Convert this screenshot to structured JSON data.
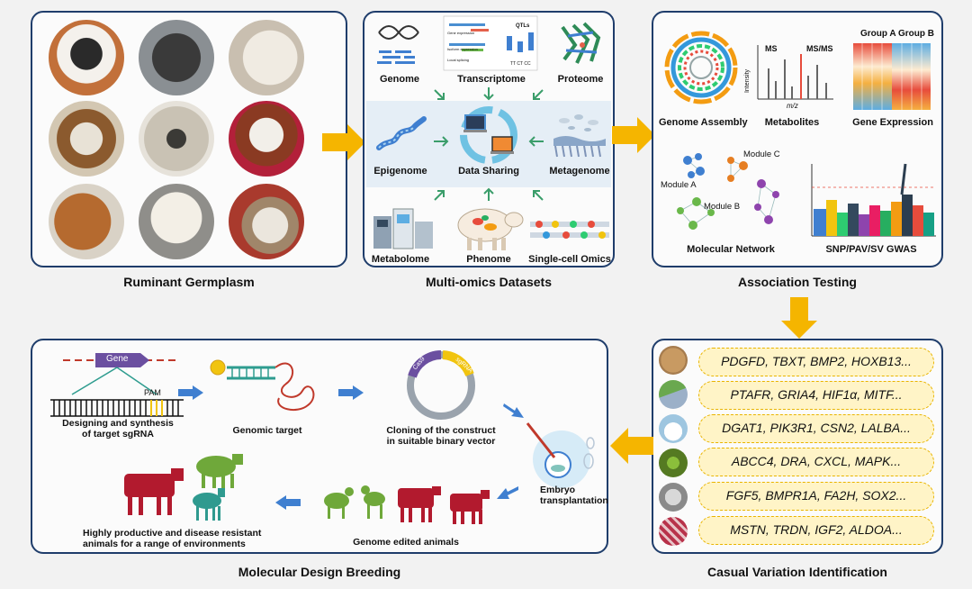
{
  "panels": {
    "germplasm": {
      "caption": "Ruminant Germplasm"
    },
    "multiomics": {
      "caption": "Multi-omics Datasets",
      "genome": "Genome",
      "transcriptome": "Transcriptome",
      "proteome": "Proteome",
      "epigenome": "Epigenome",
      "data_sharing": "Data Sharing",
      "metagenome": "Metagenome",
      "metabolome": "Metabolome",
      "phenome": "Phenome",
      "single_cell": "Single-cell Omics",
      "qtls": "QTLs",
      "gene_expression_small": "Gene expression",
      "isoform_expression": "Isoform expression",
      "local_splicing": "Local splicing",
      "genotypes": "TT CT CC"
    },
    "association": {
      "caption": "Association Testing",
      "genome_assembly": "Genome Assembly",
      "metabolites": "Metabolites",
      "gene_expression": "Gene Expression",
      "ms": "MS",
      "msms": "MS/MS",
      "intensity": "Intensity",
      "mz": "m/z",
      "group_a": "Group A",
      "group_b": "Group B",
      "module_a": "Module A",
      "module_b": "Module B",
      "module_c": "Module C",
      "molecular_network": "Molecular Network",
      "gwas": "SNP/PAV/SV GWAS"
    },
    "causal": {
      "caption": "Casual Variation Identification",
      "genes": [
        "PDGFD, TBXT, BMP2, HOXB13...",
        "PTAFR, GRIA4, HIF1α, MITF...",
        "DGAT1, PIK3R1, CSN2, LALBA...",
        "ABCC4, DRA, CXCL, MAPK...",
        "FGF5, BMPR1A, FA2H, SOX2...",
        "MSTN, TRDN, IGF2, ALDOA..."
      ]
    },
    "breeding": {
      "caption": "Molecular Design Breeding",
      "gene": "Gene",
      "pam": "PAM",
      "sgrna_line1": "Designing and synthesis",
      "sgrna_line2": "of target sgRNA",
      "genomic_target": "Genomic target",
      "cloning_line1": "Cloning of the construct",
      "cloning_line2": "in suitable binary vector",
      "cas9": "Cas9",
      "sgrna_tag": "sgRNA",
      "embryo_line1": "Embryo",
      "embryo_line2": "transplantation",
      "edited": "Genome edited animals",
      "highly_line1": "Highly productive and disease resistant",
      "highly_line2": "animals for a range of environments"
    }
  },
  "colors": {
    "panel_border": "#1f3d6b",
    "arrow_orange": "#f5b500",
    "arrow_blue": "#3f7fd0",
    "cattle_red": "#b21a2e",
    "goat_green": "#6fa83a",
    "goat_teal": "#2f9a8f"
  }
}
